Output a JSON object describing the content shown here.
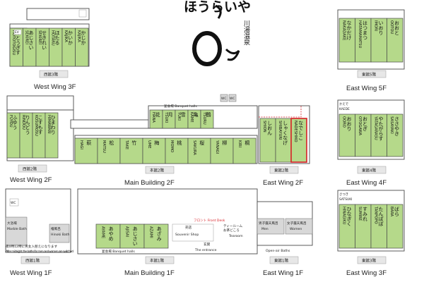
{
  "logo": {
    "brand_text": "ほうらいや",
    "subtitle": "川湯温泉"
  },
  "legend": {
    "ev": "EV",
    "wc": "WC"
  },
  "floors": {
    "west3": {
      "badge": "西館3階",
      "caption": "West Wing 3F",
      "rooms": [
        {
          "jp": "ほとうぎす",
          "en": "HOTOTOGISU"
        },
        {
          "jp": "あじさい",
          "en": "SEKIREI"
        },
        {
          "jp": "せきれい",
          "en": "SEKIREI"
        },
        {
          "jp": "ほたる",
          "en": "HOTARU"
        },
        {
          "jp": "かいか",
          "en": "KAJIKA"
        },
        {
          "jp": "かじか",
          "en": "KAJIKA"
        }
      ]
    },
    "west2": {
      "badge": "西館2階",
      "caption": "West Wing 2F",
      "rooms": [
        {
          "jp": "ふゆう",
          "en": "FUYOU"
        },
        {
          "jp": "りんどう",
          "en": "RINDOU"
        },
        {
          "jp": "こすもす",
          "en": "KOSUMOSU"
        },
        {
          "jp": "ひまわり",
          "en": "HIMAWARI"
        }
      ]
    },
    "west1": {
      "badge": "西館1階",
      "caption": "West Wing 1F",
      "labels": [
        "大浴場",
        "Marble Bath",
        "檜風呂",
        "Hinoki Bath"
      ],
      "note_jp": "夜0時12時に男女入替えになります",
      "note_en": "After midnight, the baths for men and women are switched"
    },
    "main2": {
      "badge": "本館2階",
      "caption": "Main Building 2F",
      "banquet_jp": "宴会場",
      "banquet_en": "Banquet halls",
      "upper_rooms": [
        {
          "jp": "花",
          "en": "HANA"
        },
        {
          "jp": "月",
          "en": "TSUKI"
        },
        {
          "jp": "雪",
          "en": "YUKI"
        },
        {
          "jp": "亀",
          "en": "KAME"
        },
        {
          "jp": "鶴",
          "en": "TSURU"
        }
      ],
      "lower_rooms": [
        {
          "jp": "萩",
          "en": "HAGI"
        },
        {
          "jp": "松",
          "en": "MATSU"
        },
        {
          "jp": "竹",
          "en": "TAKE"
        },
        {
          "jp": "梅",
          "en": "UME"
        },
        {
          "jp": "桃",
          "en": "MOMO"
        },
        {
          "jp": "桜",
          "en": "SAKURA"
        },
        {
          "jp": "柳",
          "en": "YANAGI"
        },
        {
          "jp": "桐",
          "en": "KIRI"
        }
      ]
    },
    "main1": {
      "badge": "本館1階",
      "caption": "Main Building 1F",
      "banquet_jp": "宴会場",
      "banquet_en": "Banquet halls",
      "rooms": [
        {
          "jp": "あやめ",
          "en": "AYAME"
        },
        {
          "jp": "あじさい",
          "en": "AJISAI"
        },
        {
          "jp": "あざみ",
          "en": "AZAMI"
        }
      ],
      "shop_jp": "売店",
      "shop_en": "Souvenir Shop",
      "front_desk": "フロント Front Desk",
      "tearoom_jp": "ティールーム",
      "tearoom_jp2": "お茶どころ",
      "tearoom_en": "Tearoom",
      "entrance_jp": "玄関",
      "entrance_en": "The entrance"
    },
    "east2": {
      "badge": "東館2階",
      "caption": "East Wing 2F",
      "rooms": [
        {
          "jp": "しおん",
          "en": "SHION"
        },
        {
          "jp": "しゃくなげ",
          "en": "SHIBAYURI"
        },
        {
          "jp": "なでしこ",
          "en": "NADESHIKO"
        }
      ]
    },
    "east1": {
      "badge": "東館1階",
      "caption": "East Wing 1F",
      "labels": [
        "男子露天風呂",
        "Men",
        "女子露天風呂",
        "Women"
      ],
      "baths_en": "Open-air Baths"
    },
    "east5": {
      "badge": "東館5階",
      "caption": "East Wing 5F",
      "rooms": [
        {
          "jp": "なかだけ",
          "en": "NAKADAKE"
        },
        {
          "jp": "はつまつ",
          "en": "HATAMAMATSU"
        },
        {
          "jp": "いおり",
          "en": "IMORI"
        },
        {
          "jp": "おおと",
          "en": "OOTOU"
        }
      ]
    },
    "east4": {
      "badge": "東館4階",
      "caption": "East Wing 4F",
      "kaede_jp": "かえで",
      "kaede_en": "KAEDE",
      "rooms": [
        {
          "jp": "おおり",
          "en": "OORO"
        },
        {
          "jp": "おとぎ",
          "en": "OTOGAWA"
        },
        {
          "jp": "やたがらす",
          "en": "YATAGARASU"
        },
        {
          "jp": "ささやき",
          "en": "SASAYAKI"
        }
      ]
    },
    "east3": {
      "badge": "東館3階",
      "caption": "East Wing 3F",
      "satsuki_jp": "さつき",
      "satsuki_en": "SATSUKI",
      "rooms": [
        {
          "jp": "ひなぎく",
          "en": "HINAGIKU"
        },
        {
          "jp": "すみれ",
          "en": "SUMIRE"
        },
        {
          "jp": "たんぽぽ",
          "en": "TANPOPO"
        },
        {
          "jp": "ばら",
          "en": "BARA"
        }
      ]
    }
  }
}
